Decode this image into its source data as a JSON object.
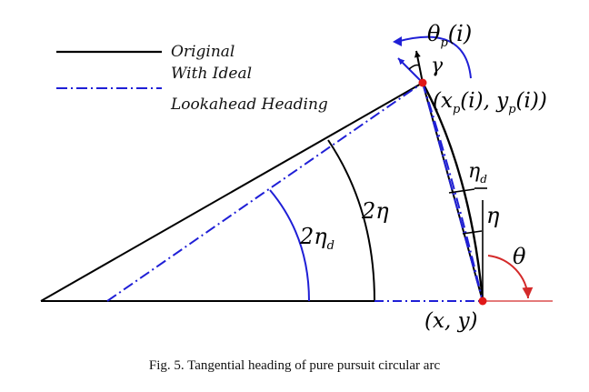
{
  "legend": {
    "original": "Original",
    "ideal_line1": "With Ideal",
    "ideal_line2": "Lookahead Heading"
  },
  "labels": {
    "theta_p": "θ",
    "theta_p_sub": "p",
    "theta_p_arg": "(i)",
    "gamma": "γ",
    "lookahead_point": "(x",
    "lookahead_sub1": "p",
    "lookahead_mid": "(i), y",
    "lookahead_sub2": "p",
    "lookahead_end": "(i))",
    "eta_d": "η",
    "eta_d_sub": "d",
    "eta": "η",
    "two_eta": "2η",
    "two_eta_d": "2η",
    "two_eta_d_sub": "d",
    "theta": "θ",
    "origin": "(x, y)"
  },
  "caption": "Fig. 5.   Tangential heading of pure pursuit circular arc",
  "colors": {
    "original": "#000000",
    "ideal": "#1f1fd6",
    "heading": "#d42a2a",
    "point": "#e01818"
  }
}
